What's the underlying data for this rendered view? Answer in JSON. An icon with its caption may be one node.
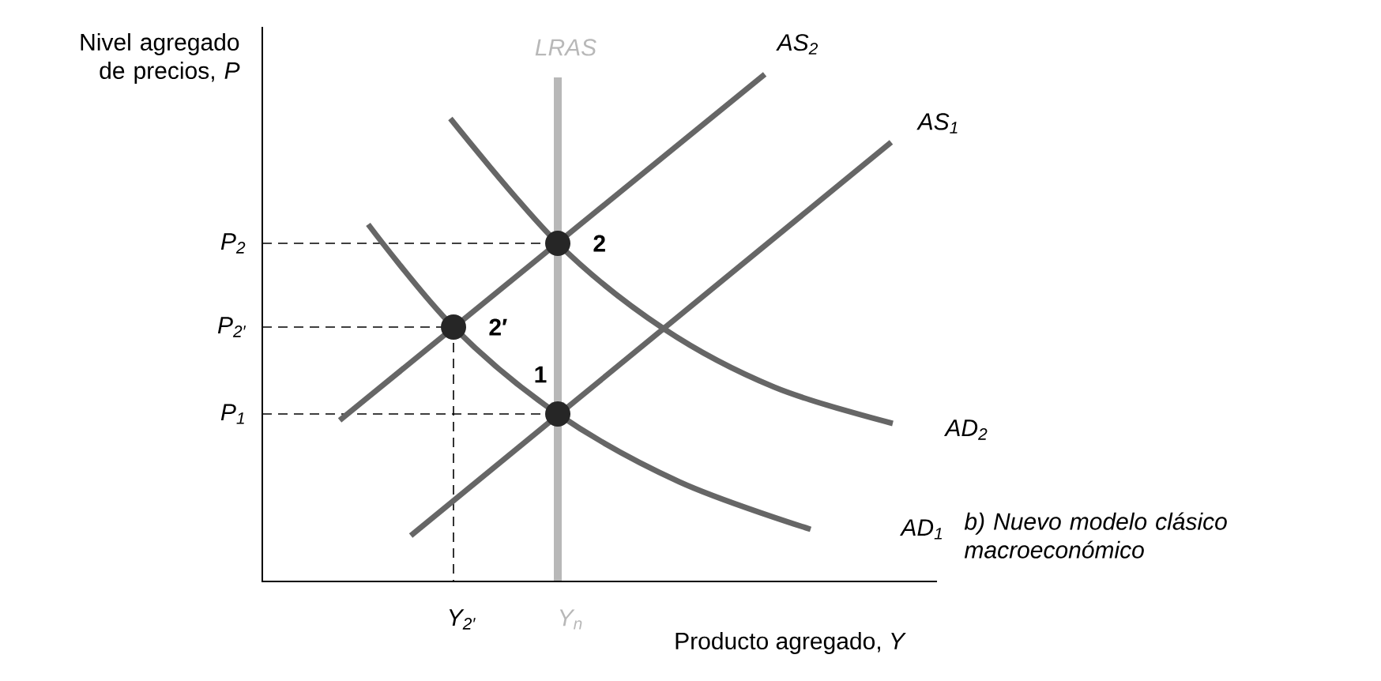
{
  "diagram": {
    "caption": "b) Nuevo modelo clásico macroeconómico",
    "labels": [
      "Nivel agregado de precios, *P*",
      "LRAS",
      "AS$_{2}$",
      "AS$_{1}$",
      "P$_{2}$",
      "2",
      "P$_{2′}$",
      "2′",
      "1",
      "P$_{1}$",
      "AD$_{2}$",
      "AD$_{1}$",
      "Y$_{2′}$",
      "Y$_{n}$",
      "Producto agregado, *Y*"
    ]
  }
}
